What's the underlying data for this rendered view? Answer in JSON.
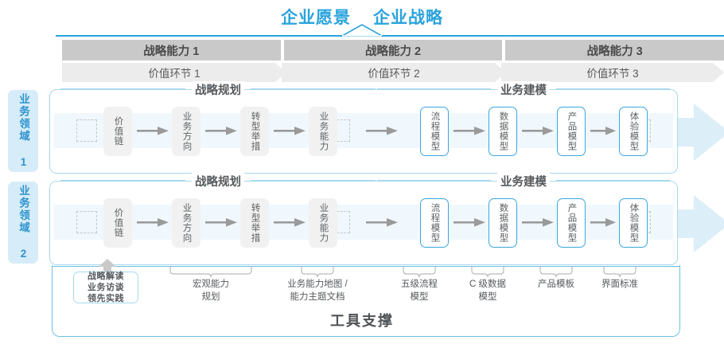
{
  "title": {
    "vision": "企业愿景",
    "strategy": "企业战略"
  },
  "capability_header": [
    "战略能力 1",
    "战略能力 2",
    "战略能力 3"
  ],
  "value_chain_header": [
    "价值环节 1",
    "价值环节 2",
    "价值环节 3"
  ],
  "domains": [
    {
      "label": "业务领域 1"
    },
    {
      "label": "业务领域 2"
    }
  ],
  "sections": {
    "planning": "战略规划",
    "modeling": "业务建模"
  },
  "nodes": {
    "planning": [
      "价值链",
      "业务方向",
      "转型举措",
      "业务能力"
    ],
    "modeling": [
      "流程模型",
      "数据模型",
      "产品模型",
      "体验模型"
    ]
  },
  "tools": {
    "strategy_box": [
      "战略解读",
      "业务访谈",
      "领先实践"
    ],
    "labels": [
      "宏观能力\n规划",
      "业务能力地图 /\n能力主题文档",
      "五级流程\n模型",
      "C 级数据\n模型",
      "产品模板",
      "界面标准"
    ],
    "title": "工具支撑"
  },
  "colors": {
    "accent_blue": "#29a3dc",
    "pale_blue": "#d6ecf8",
    "band_blue": "#f0f8fd",
    "node_gray": "#f1f1f1",
    "header_gray": "#c9c9c9",
    "subheader_gray": "#ececec",
    "text_gray": "#55595c"
  }
}
